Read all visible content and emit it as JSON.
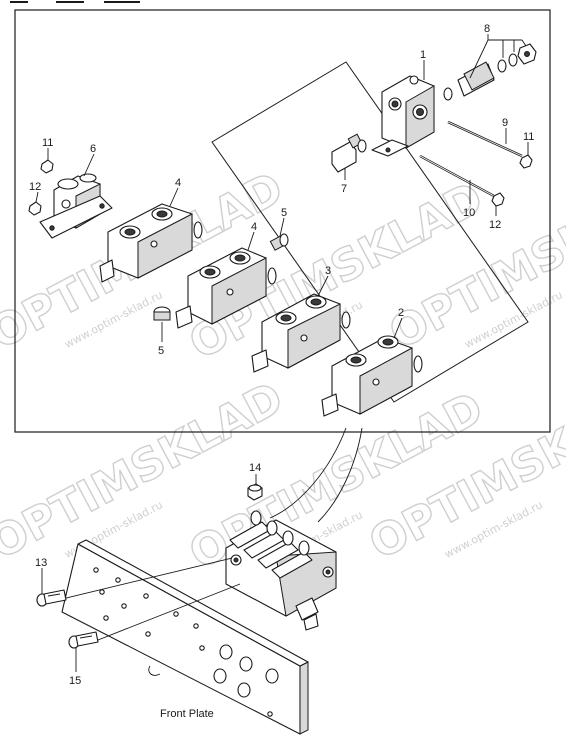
{
  "callouts": {
    "c1": "1",
    "c2": "2",
    "c3": "3",
    "c4a": "4",
    "c4b": "4",
    "c5a": "5",
    "c5b": "5",
    "c6": "6",
    "c7": "7",
    "c8": "8",
    "c9": "9",
    "c10": "10",
    "c11a": "11",
    "c11b": "11",
    "c12a": "12",
    "c12b": "12",
    "c13": "13",
    "c14": "14",
    "c15": "15"
  },
  "front_plate_label": "Front Plate",
  "watermark": {
    "brand": "OPTIMSKLAD",
    "url": "www.optim-sklad.ru"
  }
}
